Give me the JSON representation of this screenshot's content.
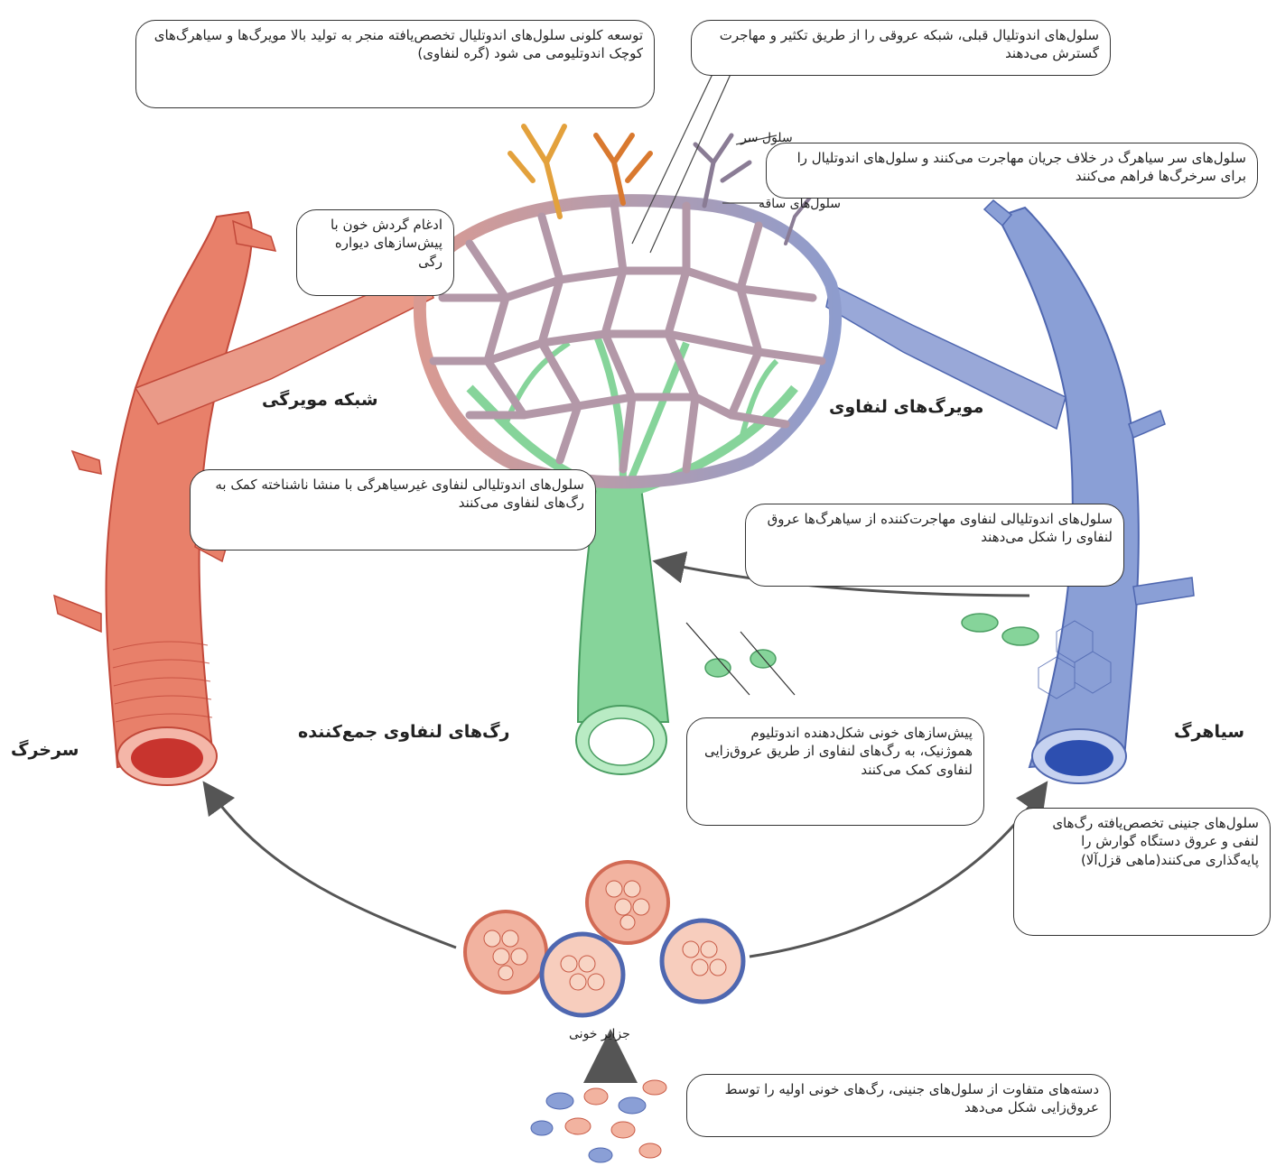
{
  "labels": {
    "artery": "سرخرگ",
    "vein": "سیاهرگ",
    "capillary_network": "شبکه مویرگی",
    "lymph_capillaries": "مویرگ‌های لنفاوی",
    "collecting_lymph": "رگ‌های لنفاوی جمع‌کننده",
    "blood_islands": "جزایر خونی",
    "tip_cell": "سلول سر",
    "stalk_cells": "سلول‌های ساقه"
  },
  "callouts": {
    "clonal": "توسعه کلونی سلول‌های اندوتلیال تخصص‌یافته منجر به تولید بالا مویرگ‌ها و سیاهرگ‌های کوچک اندوتلیومی می شود (گره لنفاوی)",
    "preexisting": "سلول‌های اندوتلیال قبلی، شبکه عروقی را از طریق تکثیر و مهاجرت گسترش می‌دهند",
    "tip_cells": "سلول‌های سر سیاهرگ در خلاف جریان مهاجرت می‌کنند و سلول‌های اندوتلیال را برای سرخرگ‌ها فراهم می‌کنند",
    "integration": "ادغام گردش خون با پیش‌سازهای دیواره رگی",
    "nonvenous": "سلول‌های اندوتلیالی لنفاوی غیرسیاهرگی با منشا ناشناخته کمک به رگ‌های لنفاوی می‌کنند",
    "migrating": "سلول‌های اندوتلیالی لنفاوی مهاجرت‌کننده از سیاهرگ‌ها عروق لنفاوی را شکل می‌دهند",
    "precursors": "پیش‌سازهای خونی شکل‌دهنده اندوتلیوم هموژنیک، به رگ‌های لنفاوی از طریق عروق‌زایی لنفاوی کمک می‌کنند",
    "embryonic": "سلول‌های جنینی تخصص‌یافته رگ‌های لنفی و عروق دستگاه گوارش را پایه‌گذاری می‌کنند(ماهی قزل‌آلا)",
    "diverse": "دسته‌های متفاوت از سلول‌های جنینی، رگ‌های خونی اولیه را توسط عروق‌زایی شکل می‌دهد"
  },
  "colors": {
    "artery": "#e8806a",
    "artery_dark": "#c2493a",
    "vein": "#8a9fd6",
    "vein_dark": "#4f67b0",
    "capillary": "#b698a8",
    "capillary_dark": "#7d5f72",
    "lymph": "#86d49a",
    "lymph_dark": "#4a9e62",
    "tip_orange": "#e3a13c",
    "arrow": "#555555"
  }
}
